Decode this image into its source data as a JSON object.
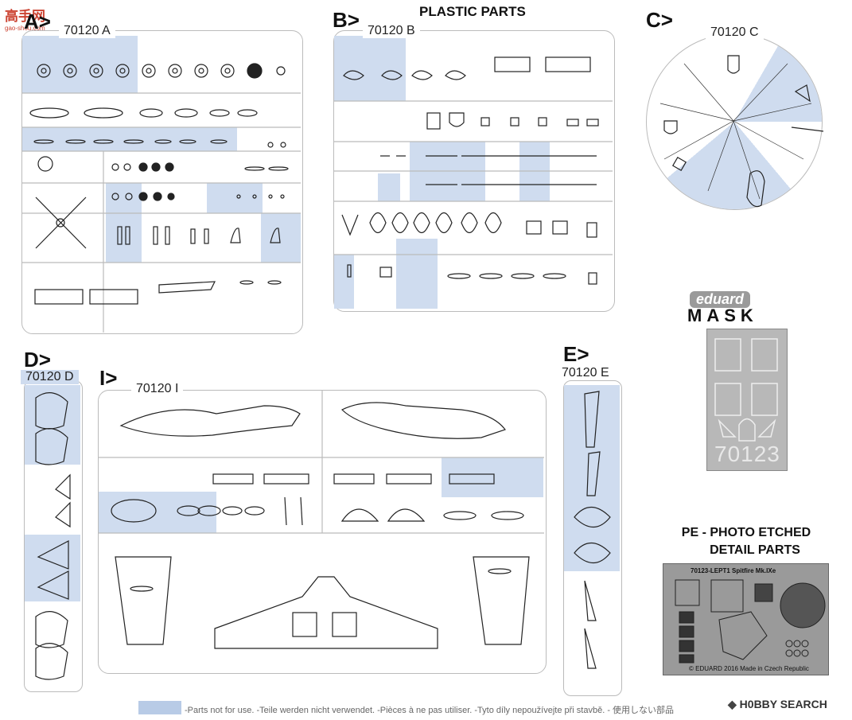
{
  "header": {
    "plastic_parts": "PLASTIC PARTS"
  },
  "watermark": {
    "site": "高手网",
    "site_sub": "gao-shou.com"
  },
  "sprues": {
    "a": {
      "letter": "A>",
      "code": "70120 A"
    },
    "b": {
      "letter": "B>",
      "code": "70120 B"
    },
    "c": {
      "letter": "C>",
      "code": "70120 C"
    },
    "d": {
      "letter": "D>",
      "code": "70120 D"
    },
    "i": {
      "letter": "I>",
      "code": "70120 I"
    },
    "e": {
      "letter": "E>",
      "code": "70120 E"
    }
  },
  "mask": {
    "brand": "eduard",
    "word": "MASK",
    "number": "70123"
  },
  "pe": {
    "title_line1": "PE - PHOTO ETCHED",
    "title_line2": "DETAIL PARTS",
    "fret_title": "70123-LEPT1 Spitfire Mk.IXe",
    "fret_footer": "© EDUARD 2016   Made in Czech Republic"
  },
  "legend": {
    "text": "-Parts not for use. -Teile werden nicht verwendet. -Pièces à ne pas utiliser. -Tyto díly nepoužívejte při stavbě. -  使用しない部品",
    "color": "#b8cbe6"
  },
  "footer": {
    "brand": "H0BBY SEARCH"
  },
  "colors": {
    "unused_highlight": "#cfdcef",
    "frame": "#bbbbbb"
  }
}
